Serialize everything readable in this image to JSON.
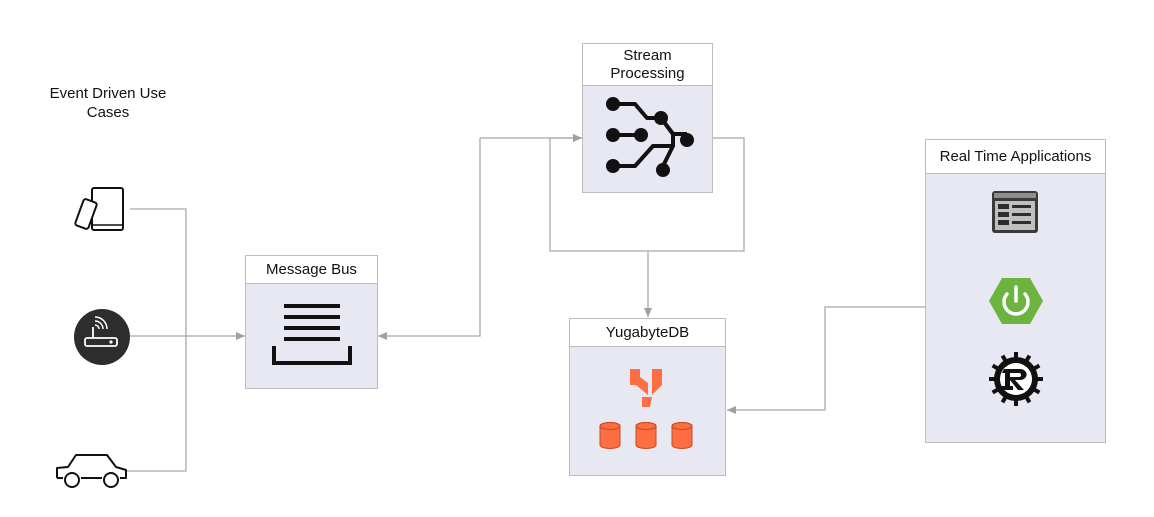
{
  "sources": {
    "title": "Event Driven Use Cases",
    "items": [
      {
        "name": "mobile-devices-icon"
      },
      {
        "name": "iot-router-icon"
      },
      {
        "name": "car-icon"
      }
    ]
  },
  "message_bus": {
    "title": "Message Bus",
    "icon": "inbox-stack-icon"
  },
  "stream": {
    "title": "Stream Processing",
    "icon": "stream-flow-icon"
  },
  "yugabyte": {
    "title": "YugabyteDB",
    "icon": "yugabyte-logo-icon",
    "db_icon": "database-cylinder-icon",
    "brand_color": "#ff6e42"
  },
  "realtime": {
    "title": "Real Time Applications",
    "items": [
      {
        "icon": "web-app-icon"
      },
      {
        "icon": "spring-boot-icon",
        "color": "#6db33f"
      },
      {
        "icon": "rust-logo-icon"
      }
    ]
  },
  "colors": {
    "box_fill": "#e8e8f2",
    "border": "#bdbdbd",
    "connector": "#a0a0a0"
  }
}
